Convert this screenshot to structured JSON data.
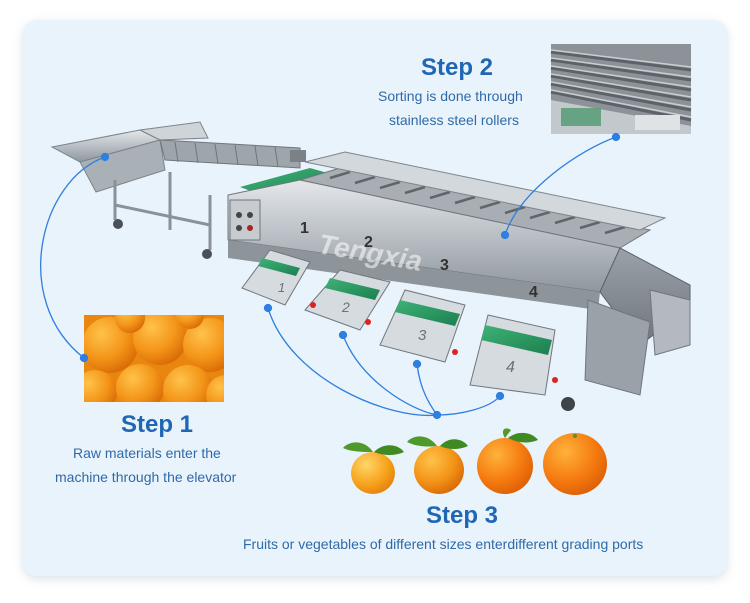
{
  "machine_marks": {
    "watermark": "Tengxia",
    "port_numbers": [
      "1",
      "2",
      "3",
      "4"
    ],
    "tray_numbers": [
      "1",
      "2",
      "3",
      "4"
    ]
  },
  "step1": {
    "title": "Step 1",
    "line1": "Raw materials enter the",
    "line2": "machine through the elevator"
  },
  "step2": {
    "title": "Step 2",
    "line1": "Sorting is done through",
    "line2": "stainless steel rollers"
  },
  "step3": {
    "title": "Step 3",
    "line1": "Fruits or vegetables of different sizes enterdifferent grading ports"
  },
  "colors": {
    "title_blue": "#1f66b5",
    "text_blue": "#2f6aa8",
    "card_bg": "#e9f3fb",
    "connector": "#2f7fe0",
    "orange": "#f18a12"
  }
}
